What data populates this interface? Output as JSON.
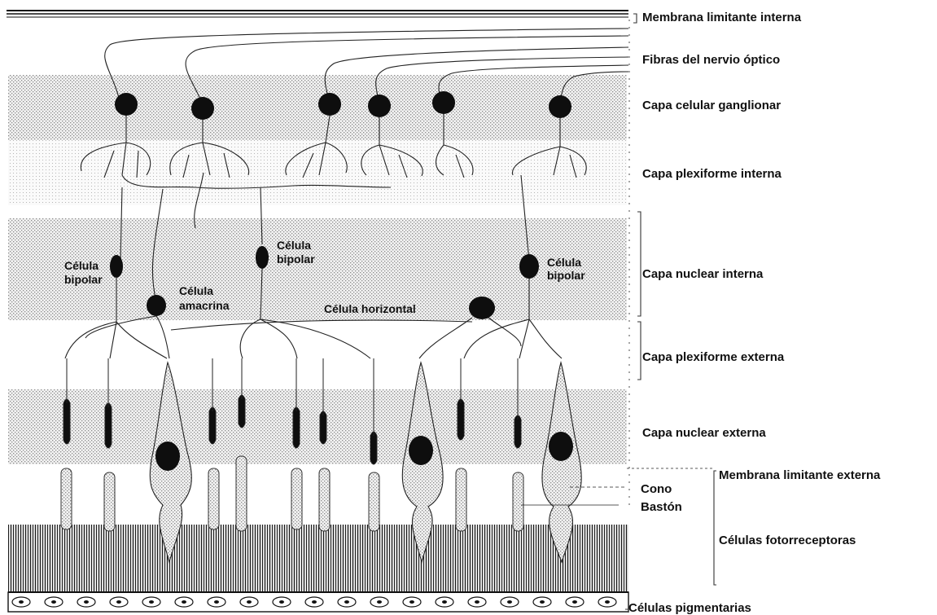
{
  "layer_labels": {
    "membrana_limitante_interna": "Membrana limitante interna",
    "fibras_nervio_optico": "Fibras del nervio óptico",
    "capa_celular_ganglionar": "Capa celular ganglionar",
    "capa_plexiforme_interna": "Capa plexiforme interna",
    "capa_nuclear_interna": "Capa nuclear interna",
    "capa_plexiforme_externa": "Capa plexiforme externa",
    "capa_nuclear_externa": "Capa nuclear externa",
    "membrana_limitante_externa": "Membrana limitante externa",
    "cono": "Cono",
    "baston": "Bastón",
    "celulas_fotorreceptoras": "Células fotorreceptoras",
    "celulas_pigmentarias": "Células pigmentarias"
  },
  "cell_labels": {
    "bipolar_left_1": "Célula",
    "bipolar_left_2": "bipolar",
    "bipolar_mid_1": "Célula",
    "bipolar_mid_2": "bipolar",
    "bipolar_right_1": "Célula",
    "bipolar_right_2": "bipolar",
    "amacrina_1": "Célula",
    "amacrina_2": "amacrina",
    "horizontal": "Célula horizontal"
  }
}
